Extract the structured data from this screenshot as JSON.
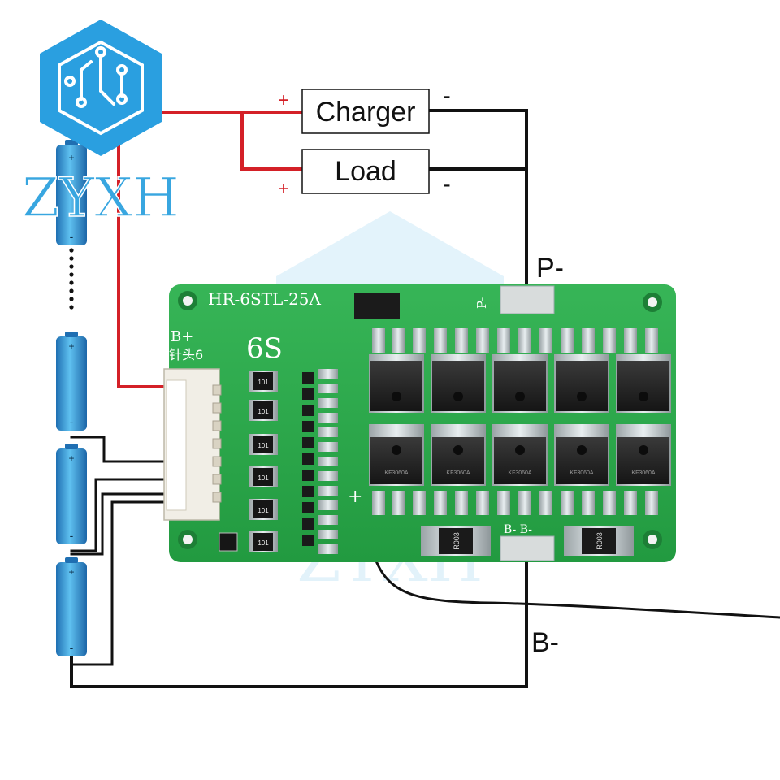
{
  "logo": {
    "brand_text": "ZYXH",
    "watermark_text": "ZYXH"
  },
  "boxes": {
    "charger": "Charger",
    "load": "Load"
  },
  "polarity": {
    "plus": "+",
    "minus": "-"
  },
  "terminals": {
    "p_minus": "P-",
    "b_minus": "B-"
  },
  "board": {
    "model": "HR-6STL-25A",
    "cells_label": "6S",
    "b_plus": "B+",
    "connector_note": "针头6",
    "pcb_p": "P-",
    "pcb_b": "B- B-",
    "pcb_plus": "+",
    "resistor_code": "101",
    "shunt_code": "R003",
    "mosfet_code": "KF3060A"
  },
  "battery": {
    "plus": "+",
    "minus": "-"
  },
  "colors": {
    "positive_wire": "#d42027",
    "negative_wire": "#111111",
    "pcb_green": "#27a647",
    "battery_blue": "#2f9ad8",
    "logo_blue": "#2a9fe0"
  }
}
